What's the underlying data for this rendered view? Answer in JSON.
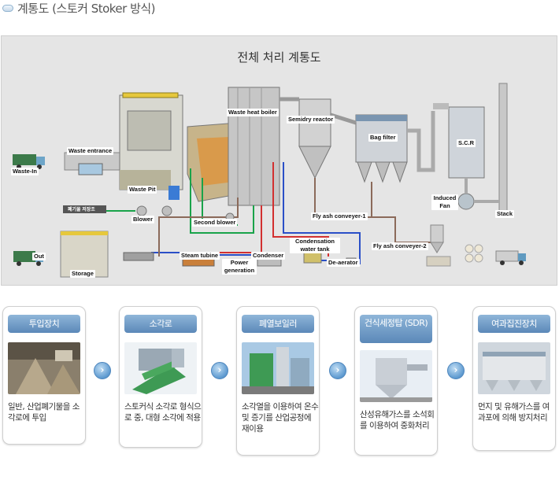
{
  "header": {
    "title": "계통도 (스토커 Stoker  방식)"
  },
  "diagram": {
    "title": "전체 처리 계통도",
    "labels": {
      "waste_in": "Waste-In",
      "waste_entrance": "Waste entrance",
      "waste_pit": "Waste Pit",
      "waste_heat_boiler": "Waste heat boiler",
      "semidry_reactor": "Semidry reactor",
      "bag_filter": "Bag filter",
      "scr": "S.C.R",
      "induced_fan": "Induced Fan",
      "stack": "Stack",
      "blower_tag": "폐기물 저장조",
      "blower": "Blower",
      "second_blower": "Second blower",
      "fly_ash_1": "Fly ash conveyer-1",
      "fly_ash_2": "Fly ash conveyer-2",
      "out": "Out",
      "storage": "Storage",
      "steam_turbine": "Steam tubine",
      "power_generation": "Power generation",
      "condenser": "Condenser",
      "condensation_tank": "Condensation water tank",
      "de_aerator": "De-aerator"
    }
  },
  "steps": [
    {
      "title": "투입장치",
      "desc": "일반, 산업폐기물을 소각로에 투입"
    },
    {
      "title": "소각로",
      "desc": "스토커식 소각로 형식으로 중, 대형 소각에 적용"
    },
    {
      "title": "폐열보일러",
      "desc": "소각열을 이용하여 온수 및 증기를 산업공정에 재이용"
    },
    {
      "title": "건식세정탑 (SDR)",
      "desc": "산성유해가스를 소석회를 이용하여 중화처리"
    },
    {
      "title": "여과집진장치",
      "desc": "먼지 및 유해가스를 여과포에 의해 방지처리"
    }
  ],
  "colors": {
    "tab": "#5b88b8",
    "arrow": "#5e9ad0",
    "panel": "#e5e5e5"
  }
}
